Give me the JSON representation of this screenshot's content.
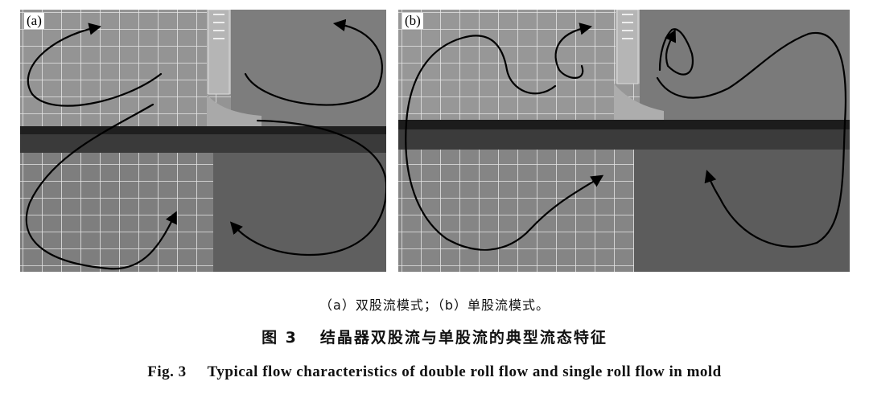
{
  "panels": [
    {
      "label": "(a)"
    },
    {
      "label": "(b)"
    }
  ],
  "subcaption": "（a）双股流模式；（b）单股流模式。",
  "figure": {
    "cn_number": "图 3",
    "cn_title": "结晶器双股流与单股流的典型流态特征",
    "en_number": "Fig. 3",
    "en_title": "Typical flow characteristics of double roll flow and single roll flow in mold"
  },
  "colors": {
    "grid_line": "#e8e8e8",
    "arrow": "#000000",
    "slab_band": "#2b2b2b"
  }
}
